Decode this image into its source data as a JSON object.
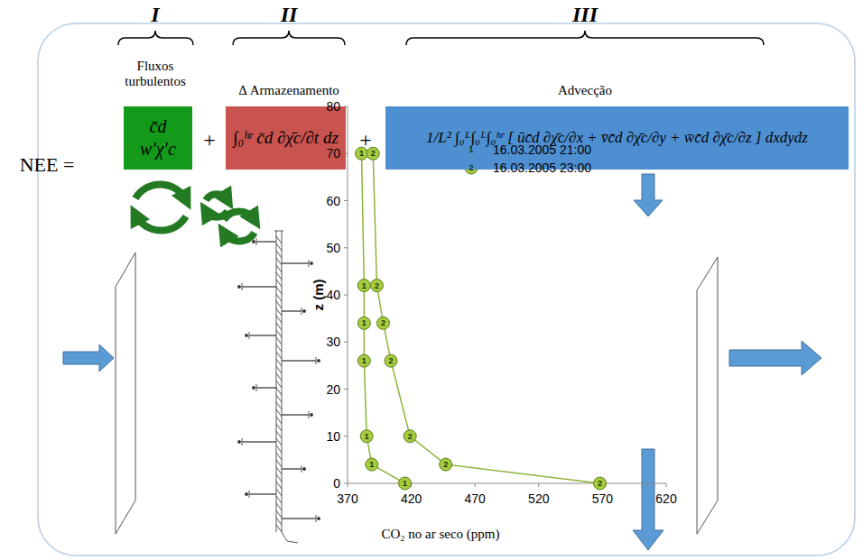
{
  "diagram": {
    "nodes": [
      {
        "text": [
          "c̄d w′χ′c"
        ]
      },
      {
        "text": [
          "∫₀ʰʳ c̄d ∂χ̄c/∂t dz"
        ]
      },
      {
        "text": [
          "1/L² ∫₀ᴸ∫₀ᴸ∫₀ʰʳ [ ūc̄d ∂χ̄c/∂x + v̄c̄d ∂χ̄c/∂y + w̄c̄d ∂χ̄c/∂z ] dxdydz"
        ]
      }
    ],
    "labels": [
      "I",
      "II",
      "III",
      "Fluxos turbulentos",
      "Δ Armazenamento",
      "Advecção",
      "NEE =",
      "+",
      "+",
      "z (m)",
      "CO₂ no ar seco (ppm)",
      "0",
      "10",
      "20",
      "30",
      "40",
      "50",
      "60",
      "70",
      "80",
      "370",
      "420",
      "470",
      "520",
      "570",
      "620",
      "1",
      "1",
      "1",
      "1",
      "1",
      "1",
      "1",
      "2",
      "2",
      "2",
      "2",
      "2",
      "2",
      "2",
      "1",
      "2"
    ],
    "legend": [
      {
        "text": "16.03.2005 21:00"
      },
      {
        "text": "16.03.2005 23:00"
      }
    ]
  }
}
